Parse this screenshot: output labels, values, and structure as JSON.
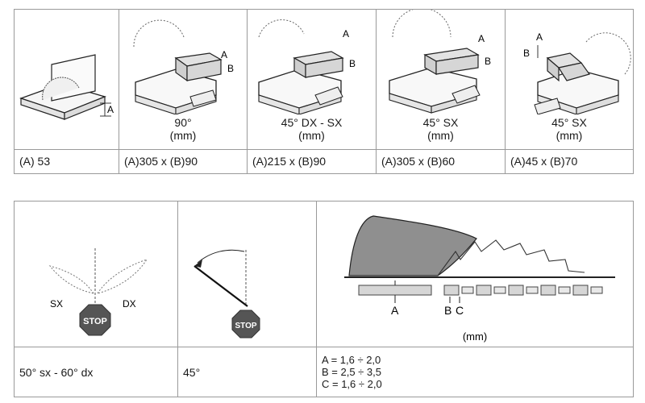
{
  "capacity_table": {
    "cells": [
      {
        "caption_top": "",
        "caption_bottom": "",
        "value": "(A) 53"
      },
      {
        "caption_top": "90°",
        "caption_bottom": "(mm)",
        "value": "(A)305 x (B)90"
      },
      {
        "caption_top": "45° DX - SX",
        "caption_bottom": "(mm)",
        "value": "(A)215 x (B)90"
      },
      {
        "caption_top": "45° SX",
        "caption_bottom": "(mm)",
        "value": "(A)305 x (B)60"
      },
      {
        "caption_top": "45° SX",
        "caption_bottom": "(mm)",
        "value": "(A)45 x (B)70"
      }
    ],
    "dim_labels": {
      "a": "A",
      "b": "B"
    }
  },
  "angle_table": {
    "miter": {
      "left_label": "SX",
      "right_label": "DX",
      "stop_text": "STOP",
      "value": "50° sx - 60° dx"
    },
    "bevel": {
      "stop_text": "STOP",
      "value": "45°"
    },
    "blade": {
      "labels": {
        "a": "A",
        "b": "B",
        "c": "C"
      },
      "unit": "(mm)",
      "specs": [
        "A = 1,6 ÷ 2,0",
        "B = 2,5 ÷ 3,5",
        "C = 1,6 ÷ 2,0"
      ]
    }
  }
}
